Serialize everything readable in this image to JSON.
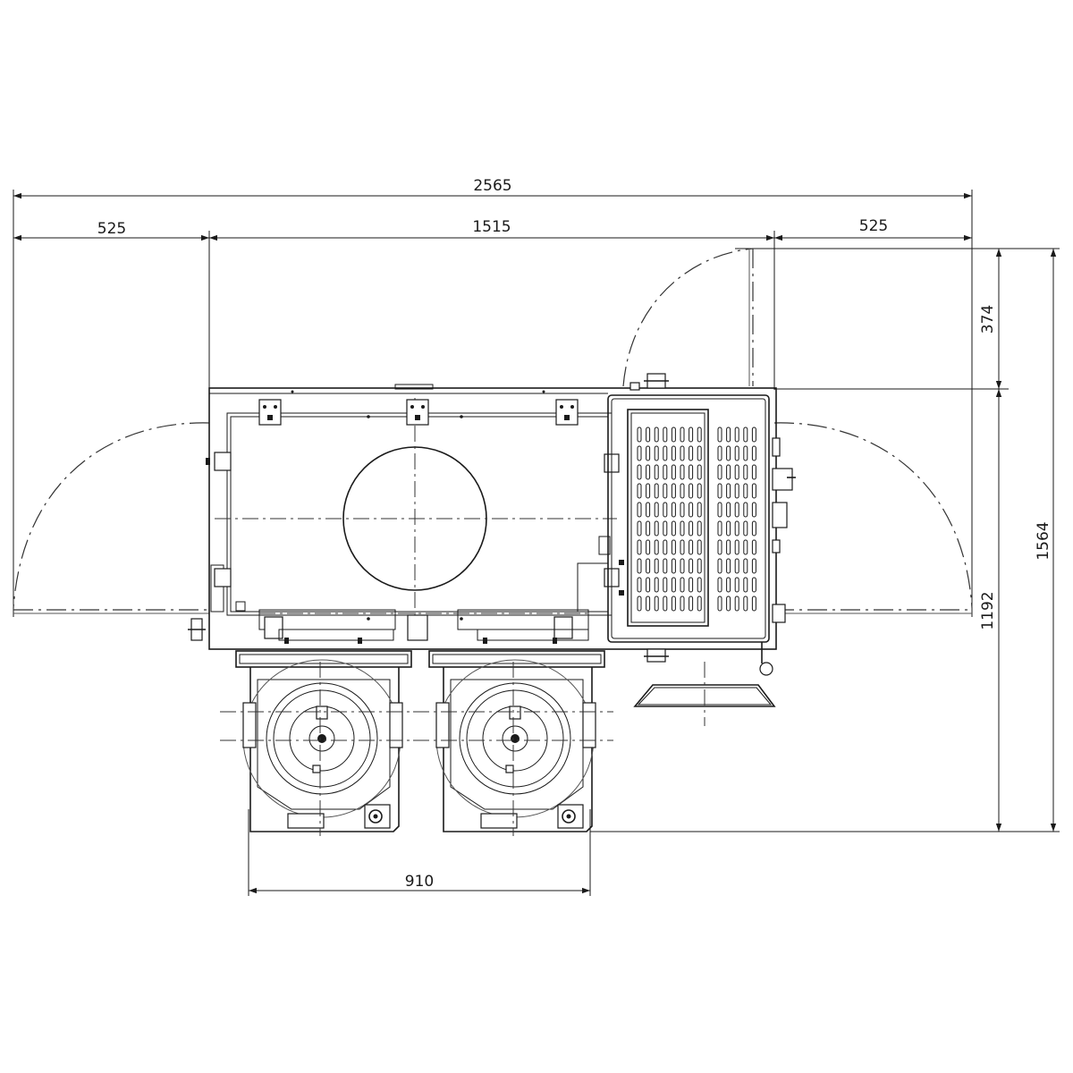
{
  "dimensions": {
    "overall_width": "2565",
    "left_clearance": "525",
    "machine_width": "1515",
    "right_clearance": "525",
    "top_clearance": "374",
    "overall_depth": "1564",
    "machine_depth": "1192",
    "pedestal_width": "910"
  }
}
